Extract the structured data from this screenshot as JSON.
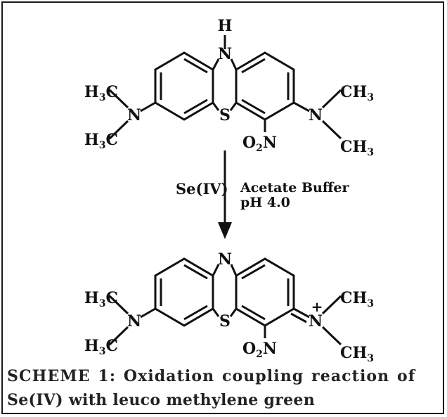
{
  "top_molecule": {
    "nh_h": "H",
    "ring_n": "N",
    "ring_s": "S",
    "left_amine": {
      "upper_methyl": "H3C",
      "n": "N",
      "lower_methyl": "H3C"
    },
    "right_amine": {
      "n": "N",
      "upper_methyl": "CH3",
      "lower_methyl": "CH3"
    },
    "nitro": "O2N"
  },
  "reaction": {
    "reagent": "Se(IV)",
    "condition_1": "Acetate Buffer",
    "condition_2": "pH 4.0"
  },
  "bottom_molecule": {
    "ring_n": "N",
    "ring_s": "S",
    "left_amine": {
      "upper_methyl": "H3C",
      "n": "N",
      "lower_methyl": "H3C"
    },
    "right_amine": {
      "n": "N",
      "charge": "+",
      "upper_methyl": "CH3",
      "lower_methyl": "CH3"
    },
    "nitro": "O2N"
  },
  "caption": {
    "line1": "SCHEME 1: Oxidation coupling reaction of",
    "line2": "Se(IV) with leuco methylene green"
  }
}
